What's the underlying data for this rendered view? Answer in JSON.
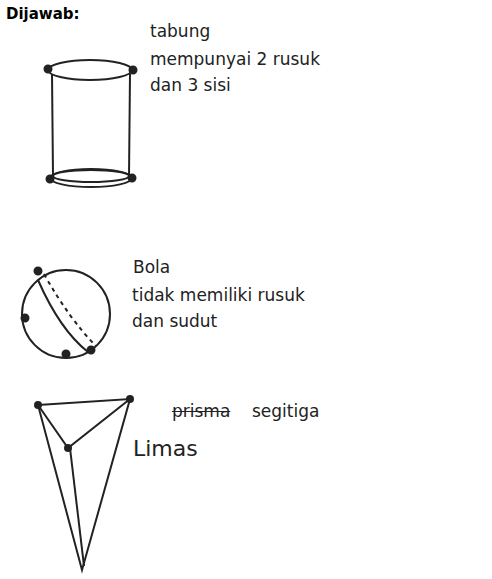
{
  "diagram": {
    "title": "Dijawab:",
    "labels": [
      "tabung",
      "mempunyai 2 rusuk dan 3 sisi",
      "Bola",
      "tidak memiliki rusuk dan sudut",
      "prisma",
      "segitiga",
      "Limas"
    ]
  }
}
